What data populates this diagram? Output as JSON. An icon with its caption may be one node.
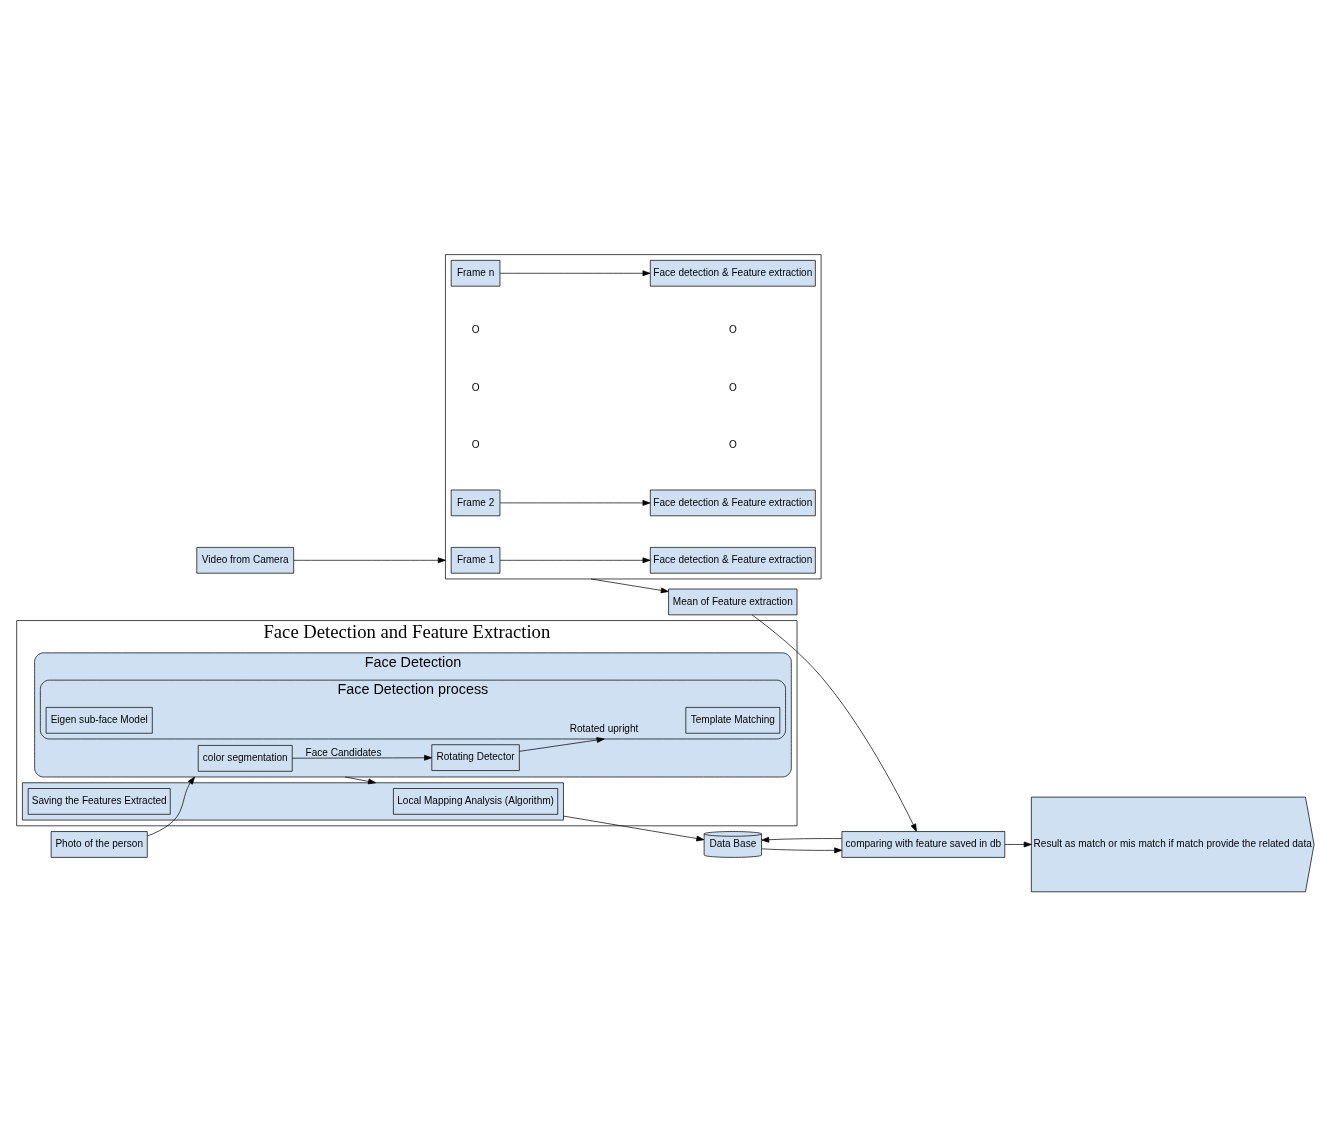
{
  "diagram": {
    "nodes": [
      {
        "text": [
          "Face Detection and Feature Extraction"
        ]
      },
      {
        "text": [
          "Photo of the person"
        ]
      },
      {
        "text": [
          "Face Detection"
        ],
        "in": 0
      },
      {
        "text": [
          "color segmentation"
        ],
        "in": 2
      },
      {
        "text": [
          "Rotating Detector"
        ],
        "in": 2
      },
      {
        "text": [
          "Face Detection process"
        ],
        "in": 2
      },
      {
        "text": [
          "Template Matching"
        ],
        "in": 5
      },
      {
        "text": [
          "Eigen sub-face Model"
        ],
        "in": 5
      },
      {
        "text": [],
        "shape": "box",
        "in": 0
      },
      {
        "text": [
          "Local Mapping Analysis (Algorithm)"
        ],
        "in": 8
      },
      {
        "text": [
          "Saving the Features Extracted"
        ],
        "in": 8
      },
      {
        "text": [
          "Data Base"
        ]
      },
      {
        "text": [
          "Result as match or mis match if match provide the related data"
        ]
      },
      {
        "text": [
          "Video from Camera"
        ]
      },
      {
        "text": [],
        "shape": "bracket"
      },
      {
        "text": [
          "Frame 1"
        ],
        "in": 14
      },
      {
        "text": [
          "Face detection & Feature extraction"
        ],
        "in": 14
      },
      {
        "text": [
          "Frame 2"
        ],
        "in": 14
      },
      {
        "text": [
          "Face detection & Feature extraction"
        ],
        "in": 14
      },
      {
        "text": [
          "Frame n"
        ],
        "in": 14
      },
      {
        "text": [
          "Face detection & Feature extraction"
        ],
        "in": 14
      },
      {
        "text": [
          "Mean of Feature extraction"
        ]
      },
      {
        "text": [
          "comparing with feature saved in db"
        ]
      }
    ],
    "edges": [
      {
        "from": 1,
        "to": 2,
        "arrow": "to"
      },
      {
        "from": 3,
        "to": 4,
        "label": "Face Candidates",
        "arrow": "to"
      },
      {
        "from": 4,
        "to": 5,
        "label": "Rotated upright",
        "arrow": "to"
      },
      {
        "from": 2,
        "to": 8,
        "arrow": "to"
      },
      {
        "from": 8,
        "to": 11,
        "arrow": "to"
      },
      {
        "from": 22,
        "to": 11,
        "arrow": "to"
      },
      {
        "from": 11,
        "to": 22,
        "arrow": "to"
      },
      {
        "from": 13,
        "to": 14,
        "arrow": "to"
      },
      {
        "from": 15,
        "to": 16,
        "arrow": "to"
      },
      {
        "from": 17,
        "to": 18,
        "arrow": "to"
      },
      {
        "from": 19,
        "to": 20,
        "arrow": "to"
      },
      {
        "from": 14,
        "to": 21,
        "arrow": "to"
      },
      {
        "from": 21,
        "to": 22,
        "arrow": "to"
      },
      {
        "from": 22,
        "to": 12,
        "arrow": "to"
      }
    ],
    "labels": [
      "O",
      "O",
      "O",
      "O",
      "O",
      "O"
    ]
  }
}
